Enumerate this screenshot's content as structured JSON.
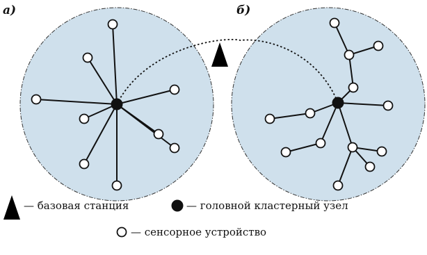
{
  "panels": [
    {
      "label": "а)",
      "nodes": [
        "head",
        "sensor",
        "sensor",
        "sensor",
        "sensor",
        "sensor",
        "sensor",
        "sensor",
        "sensor",
        "sensor"
      ]
    },
    {
      "label": "б)",
      "nodes": [
        "head",
        "sensor",
        "sensor",
        "sensor",
        "sensor",
        "sensor",
        "sensor",
        "sensor",
        "sensor",
        "sensor",
        "sensor",
        "sensor",
        "sensor",
        "sensor"
      ]
    }
  ],
  "legend": {
    "base_station": "— базовая станция",
    "cluster_head": "— головной кластерный узел",
    "sensor": "— сенсорное устройство"
  },
  "colors": {
    "cluster_fill": "#cfe0ec",
    "ink": "#111111"
  },
  "icons": [
    "base-station-icon",
    "cluster-head-icon",
    "sensor-node-icon"
  ]
}
